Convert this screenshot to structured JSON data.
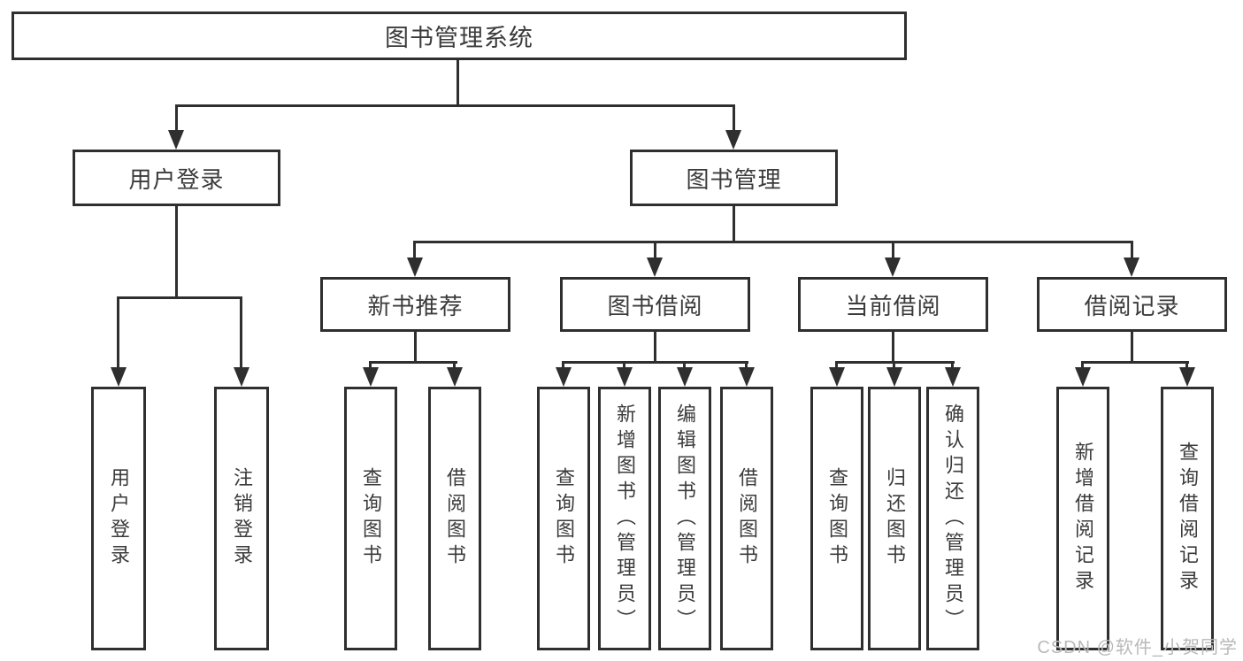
{
  "tree": {
    "root": "图书管理系统",
    "branches": [
      {
        "label": "用户登录",
        "children": [
          "用户登录",
          "注销登录"
        ]
      },
      {
        "label": "图书管理",
        "groups": [
          {
            "label": "新书推荐",
            "children": [
              "查询图书",
              "借阅图书"
            ]
          },
          {
            "label": "图书借阅",
            "children": [
              "查询图书",
              "新增图书（管理员）",
              "编辑图书（管理员）",
              "借阅图书"
            ]
          },
          {
            "label": "当前借阅",
            "children": [
              "查询图书",
              "归还图书",
              "确认归还（管理员）"
            ]
          },
          {
            "label": "借阅记录",
            "children": [
              "新增借阅记录",
              "查询借阅记录"
            ]
          }
        ]
      }
    ]
  },
  "watermark": "CSDN @软件_小贺同学",
  "colors": {
    "line": "#2f2f2f",
    "text": "#3b3b3b",
    "background": "#ffffff",
    "watermark": "#b9b9b9"
  }
}
